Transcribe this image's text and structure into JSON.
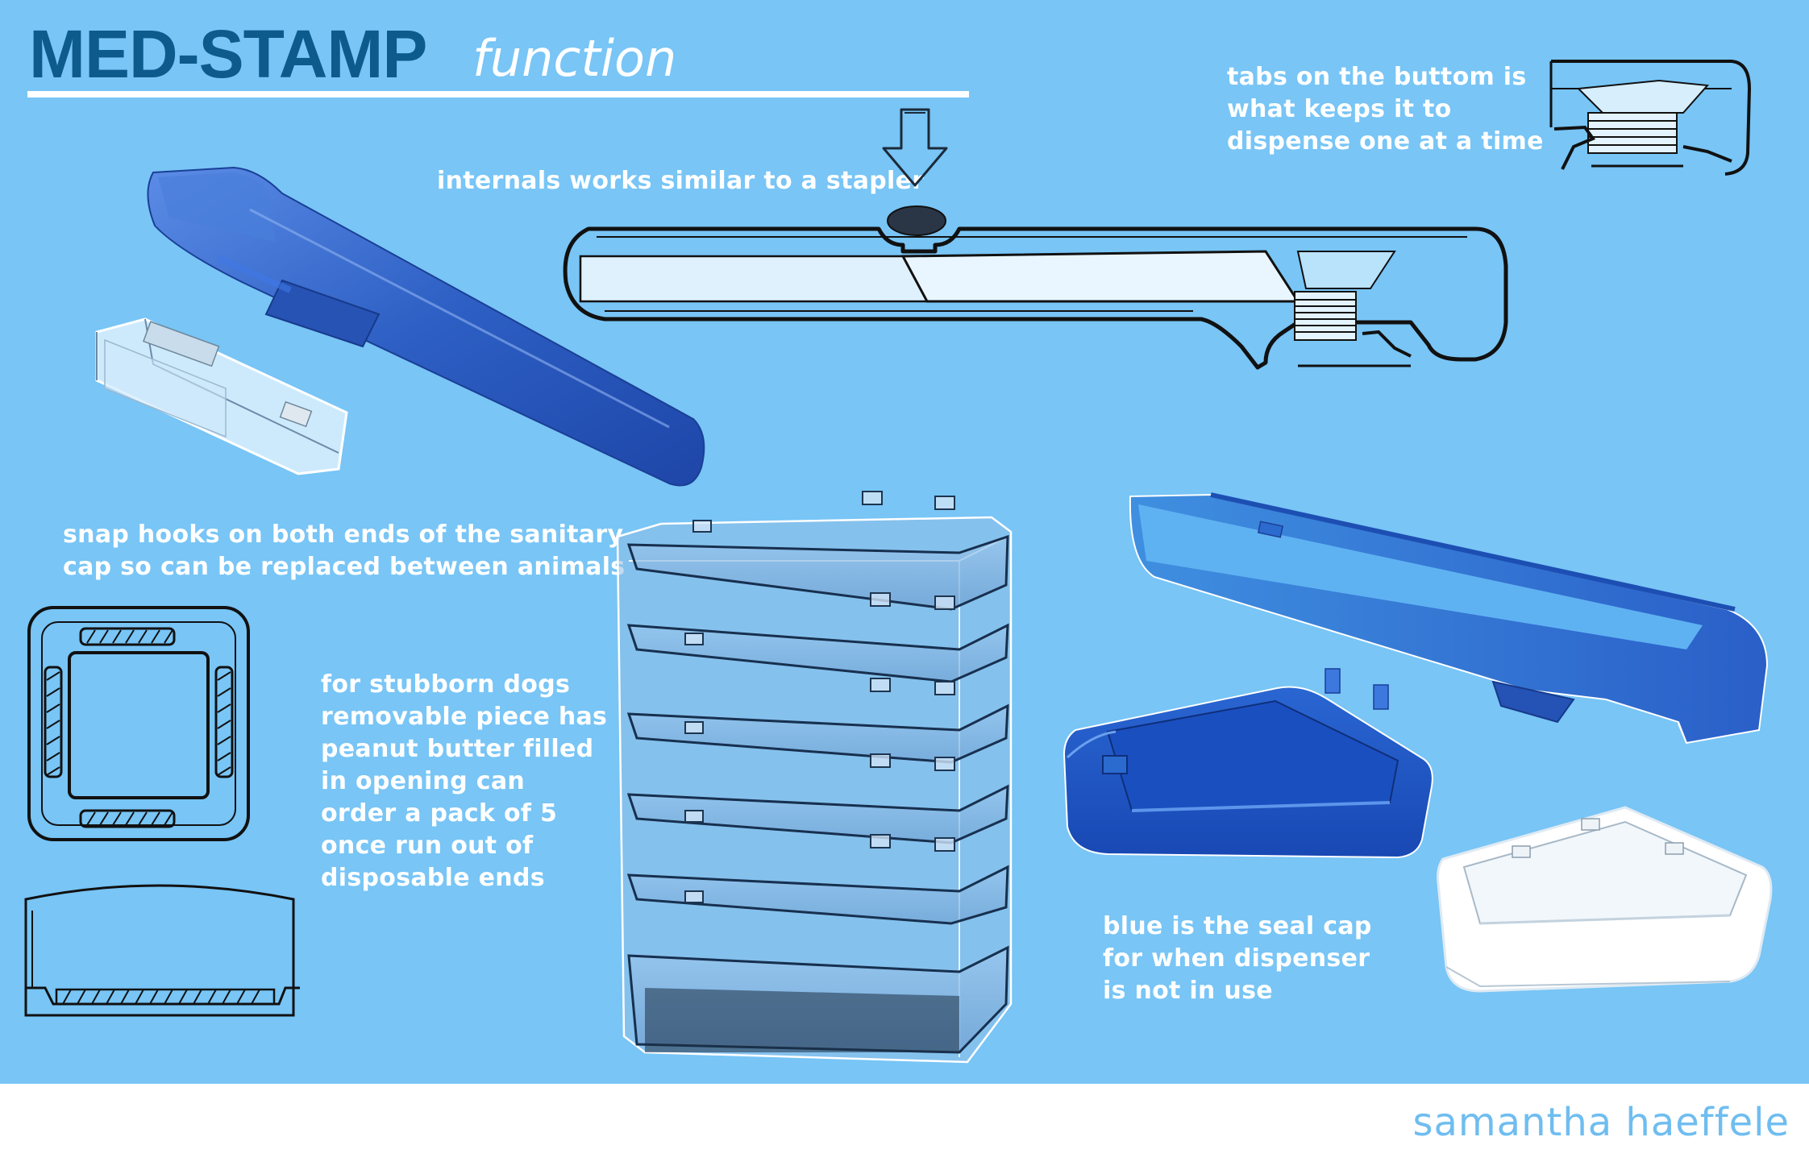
{
  "header": {
    "title": "MED-STAMP",
    "subtitle": "function"
  },
  "annotations": {
    "tabs": "tabs on the buttom is\nwhat keeps it to\ndispense one at a time",
    "internals": "internals works similar to a stapler",
    "snap_hooks": "snap hooks on both ends of the sanitary\ncap so can be replaced between animals",
    "stubborn_dogs": "for stubborn dogs\nremovable piece has\npeanut butter filled\nin opening can\norder a pack of 5\nonce run out of\ndisposable ends",
    "seal_cap": "blue is the seal cap\nfor when dispenser\nis not in use"
  },
  "signature": "samantha haeffele",
  "colors": {
    "background": "#78c5f6",
    "title": "#0d5a8c",
    "product_blue": "#2f63c7",
    "annotation_text": "#ffffff",
    "signature": "#6fbdf0"
  },
  "figures": [
    "down-arrow-icon",
    "stapler-cross-section-sketch",
    "tab-detail-sketch",
    "dispenser-render",
    "clear-cap-render",
    "cap-top-view-sketch",
    "cap-side-view-sketch",
    "stacked-trays-render",
    "open-dispenser-render",
    "seal-cap-render",
    "clear-tray-render"
  ]
}
